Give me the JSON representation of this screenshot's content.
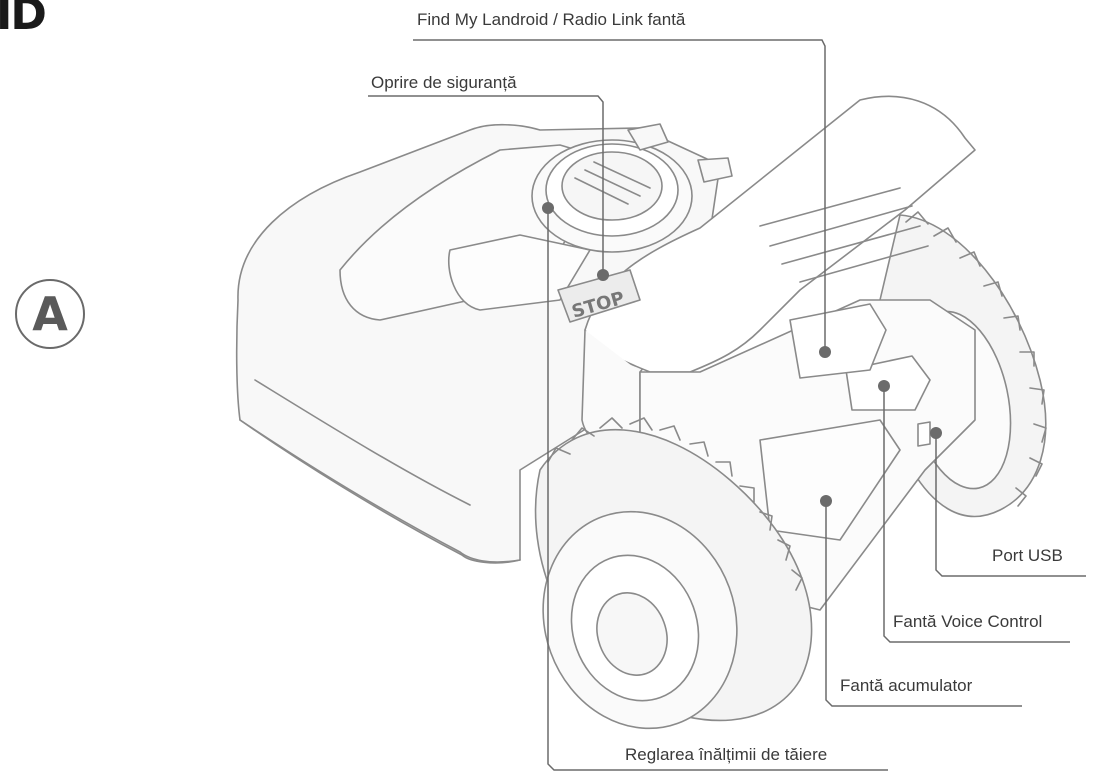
{
  "corner_text": "ID",
  "badge_letter": "A",
  "stop_text": "STOP",
  "colors": {
    "line": "#6b6b6b",
    "outline": "#8a8a8a",
    "body_fill": "#f8f8f8",
    "text": "#3a3a3a"
  },
  "callouts": {
    "find_my": "Find My Landroid / Radio Link fantă",
    "safety_stop": "Oprire de siguranță",
    "usb_port": "Port USB",
    "voice_control": "Fantă Voice Control",
    "battery": "Fantă acumulator",
    "cut_height": "Reglarea înălțimii de tăiere"
  }
}
